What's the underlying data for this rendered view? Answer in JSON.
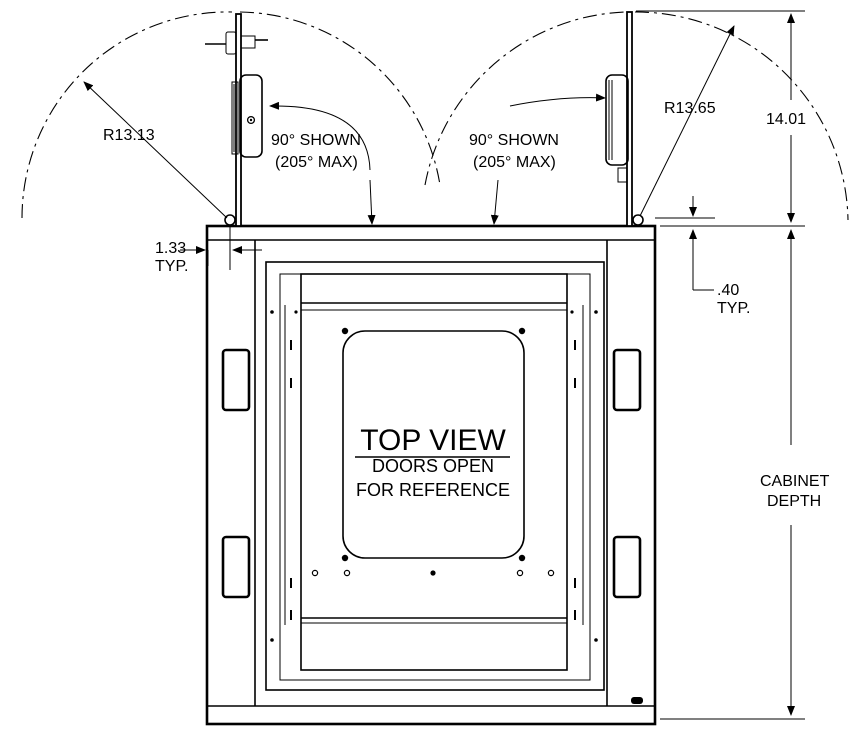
{
  "drawing": {
    "title": "TOP VIEW",
    "subtitle_line1": "DOORS OPEN",
    "subtitle_line2": "FOR REFERENCE",
    "left_radius": "R13.13",
    "right_radius": "R13.65",
    "left_swing_line1": "90° SHOWN",
    "left_swing_line2": "(205° MAX)",
    "right_swing_line1": "90° SHOWN",
    "right_swing_line2": "(205° MAX)",
    "height_dim": "14.01",
    "offset_dim": "1.33",
    "offset_typ": "TYP.",
    "gap_dim": ".40",
    "gap_typ": "TYP.",
    "depth_line1": "CABINET",
    "depth_line2": "DEPTH"
  }
}
